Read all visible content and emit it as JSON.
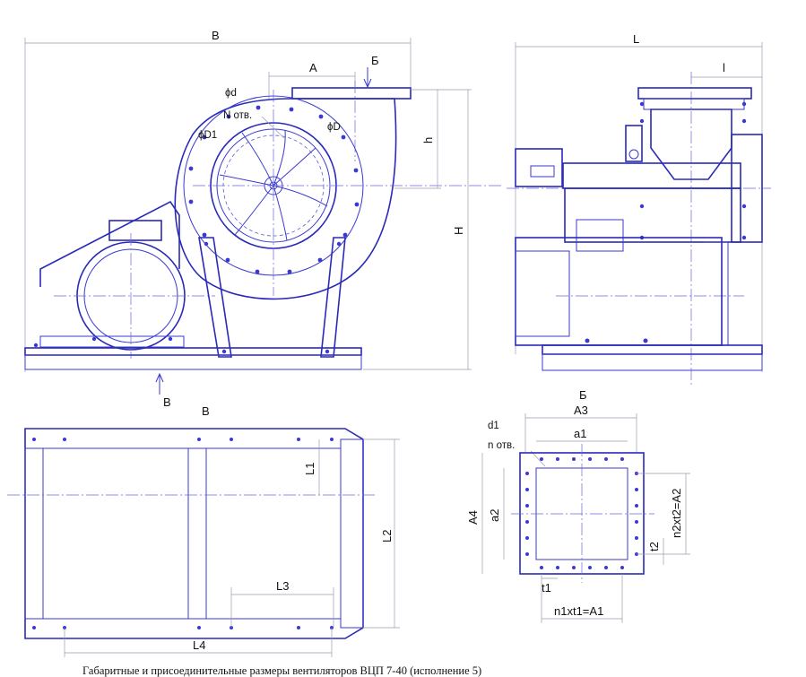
{
  "labels": {
    "B_top": "B",
    "A": "A",
    "view_b_marker": "Б",
    "phi_d": "ϕd",
    "n_holes": "N отв.",
    "phi_D": "ϕD",
    "phi_D1": "ϕD1",
    "h": "h",
    "H": "H",
    "L": "L",
    "l": "l",
    "view_v_marker": "B",
    "view_v_title": "B",
    "view_b_title": "Б",
    "A3": "A3",
    "d1": "d1",
    "n_otv": "n отв.",
    "a1": "a1",
    "A4": "A4",
    "a2": "a2",
    "n2xt2": "n2xt2=A2",
    "t2": "t2",
    "t1": "t1",
    "n1xt1": "n1xt1=A1",
    "L1": "L1",
    "L2": "L2",
    "L3": "L3",
    "L4": "L4"
  },
  "caption": "Габаритные и присоединительные размеры вентиляторов ВЦП 7-40 (исполнение 5)",
  "colors": {
    "line": "#3a3ad0",
    "dimension": "#9a9ab0",
    "text": "#111111"
  }
}
